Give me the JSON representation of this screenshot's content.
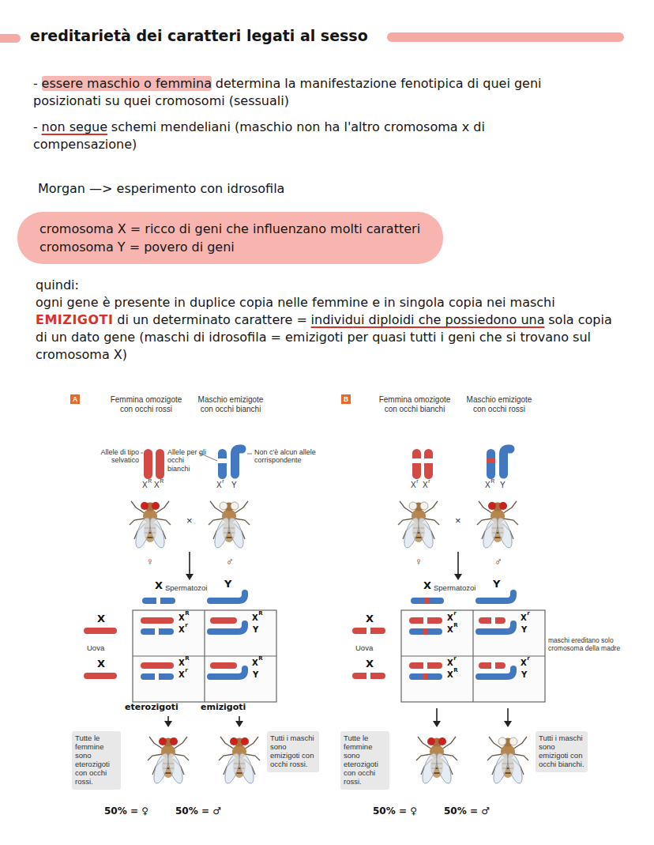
{
  "diagram": {
    "title": "ereditarietà dei caratteri legati al sesso",
    "nodes": [
      {
        "text": [
          "cromosoma X = ricco di geni che influenzano molti caratteri",
          "cromosoma Y = povero di geni"
        ]
      },
      {
        "text": [
          "A"
        ]
      },
      {
        "text": [
          "B"
        ]
      },
      {
        "text": [
          "Tutte le femmine sono eterozigoti con occhi rossi."
        ]
      },
      {
        "text": [
          "Tutti i maschi sono emizigoti con occhi rossi."
        ]
      },
      {
        "text": [
          "Tutte le femmine sono eterozigoti con occhi rossi."
        ]
      },
      {
        "text": [
          "Tutti i maschi sono emizigoti con occhi bianchi."
        ]
      }
    ],
    "labels": [
      "-",
      "essere maschio o femmina",
      "determina la manifestazione fenotipica di quei geni posizionati su quei cromosomi (sessuali)",
      "-",
      "non segue",
      "schemi mendeliani (maschio non ha l'altro cromosoma x di compensazione)",
      "Morgan —> esperimento con idrosofila",
      "quindi:",
      "ogni gene è presente in duplice copia nelle femmine e in singola copia nei maschi",
      "EMIZIGOTI",
      "di un determinato carattere =",
      "individui diploidi che possiedono una",
      "sola copia di un dato gene (maschi di idrosofila = emizigoti per quasi tutti i geni che si trovano sul cromosoma X)",
      "Femmina omozigote con occhi rossi",
      "Maschio emizigote con occhi bianchi",
      "Allele di tipo selvatico",
      "Allele per gli occhi bianchi",
      "Non c'è alcun allele corrispondente",
      "X",
      "R",
      "X",
      "R",
      "X",
      "r",
      "Y",
      "♀",
      "×",
      "♂",
      "X",
      "Spermatozoi",
      "Y",
      "X",
      "Uova",
      "X",
      "X",
      "R",
      "X",
      "r",
      "X",
      "R",
      "Y",
      "X",
      "R",
      "X",
      "r",
      "X",
      "R",
      "Y",
      "eterozigoti",
      "emizigoti",
      "50% = ♀",
      "50% = ♂",
      "Femmina omozigote con occhi bianchi",
      "Maschio emizigote con occhi rossi",
      "X",
      "r",
      "X",
      "r",
      "X",
      "R",
      "Y",
      "♀",
      "×",
      "♂",
      "X",
      "Spermatozoi",
      "Y",
      "X",
      "Uova",
      "X",
      "X",
      "r",
      "X",
      "R",
      "X",
      "r",
      "Y",
      "X",
      "r",
      "X",
      "R",
      "X",
      "r",
      "Y",
      "maschi ereditano solo cromosoma della madre",
      "50% = ♀",
      "50% = ♂"
    ]
  }
}
